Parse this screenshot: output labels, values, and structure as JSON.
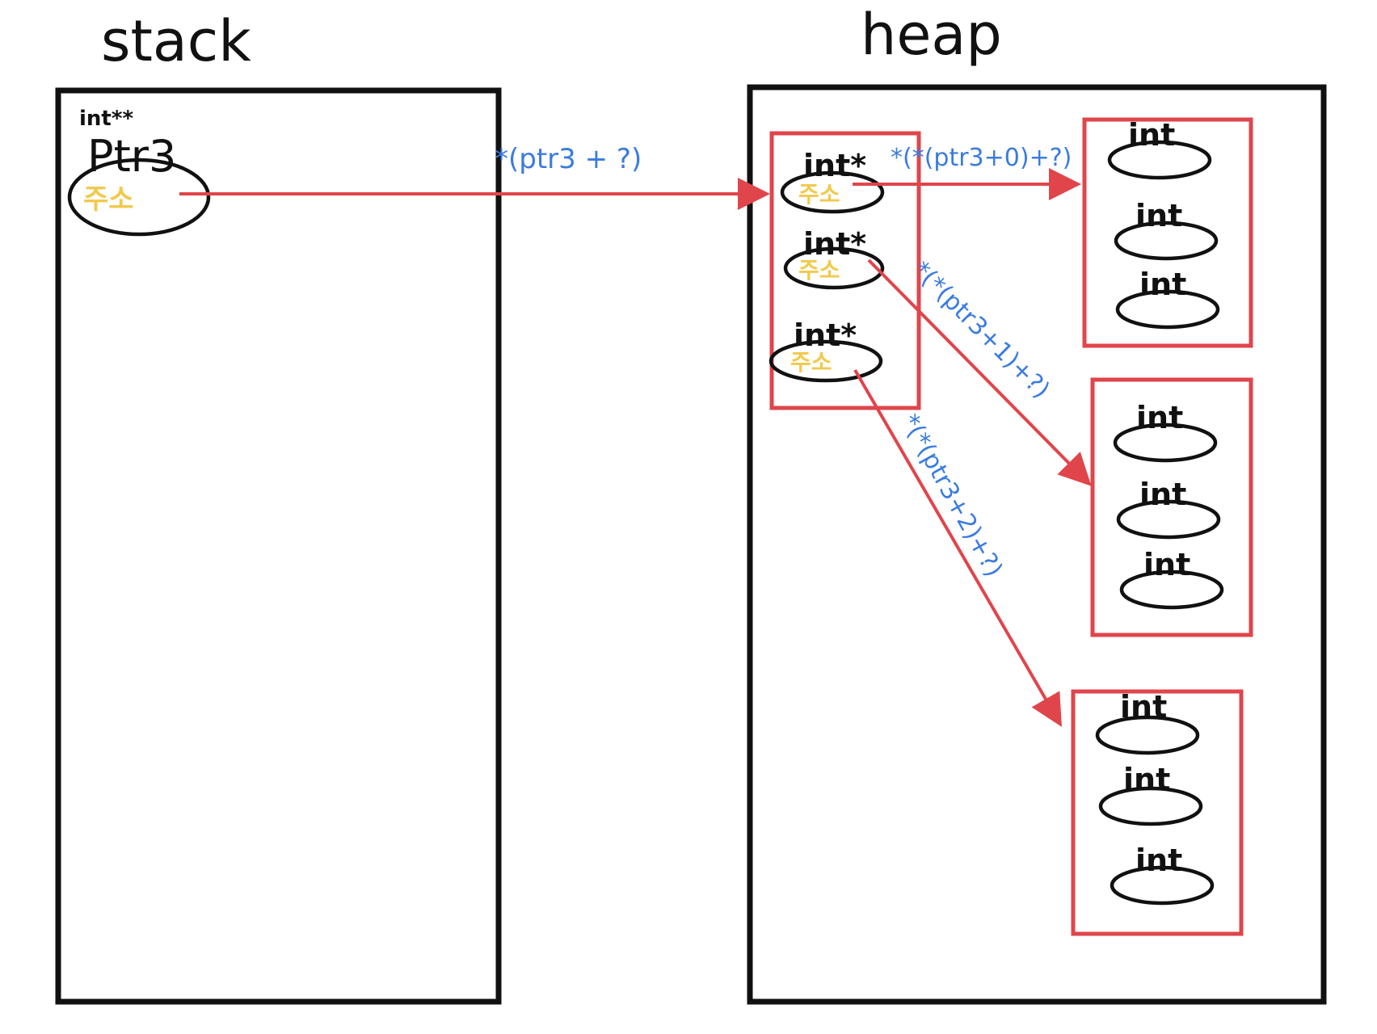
{
  "stack": {
    "title": "stack",
    "variable": {
      "type": "int**",
      "name": "Ptr3",
      "value": "주소"
    }
  },
  "heap": {
    "title": "heap",
    "pointer_array": [
      {
        "type": "int*",
        "value": "주소"
      },
      {
        "type": "int*",
        "value": "주소"
      },
      {
        "type": "int*",
        "value": "주소"
      }
    ],
    "int_arrays": [
      [
        "int",
        "int",
        "int"
      ],
      [
        "int",
        "int",
        "int"
      ],
      [
        "int",
        "int",
        "int"
      ]
    ]
  },
  "expressions": {
    "to_pointer_array": "*(ptr3 + ?)",
    "row0": "*(*(ptr3+0)+?)",
    "row1": "*(*(ptr3+1)+?)",
    "row2": "*(*(ptr3+2)+?)"
  },
  "colors": {
    "outline": "#111111",
    "arrow": "#e0454b",
    "address": "#f2c94c",
    "expression": "#3a7be0"
  }
}
